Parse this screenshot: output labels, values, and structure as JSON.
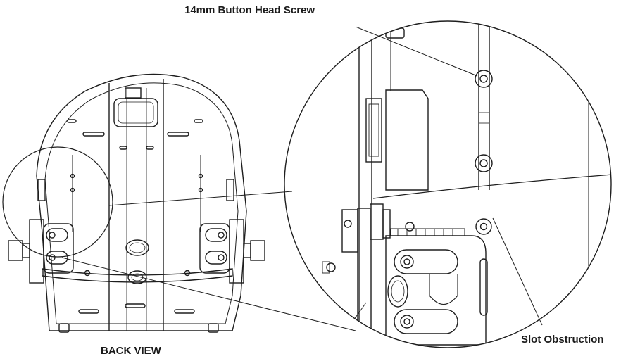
{
  "labels": {
    "screw": "14mm Button Head Screw",
    "back_view": "BACK VIEW",
    "slot": "Slot Obstruction"
  },
  "colors": {
    "line": "#1e1e1e",
    "background": "#ffffff"
  }
}
